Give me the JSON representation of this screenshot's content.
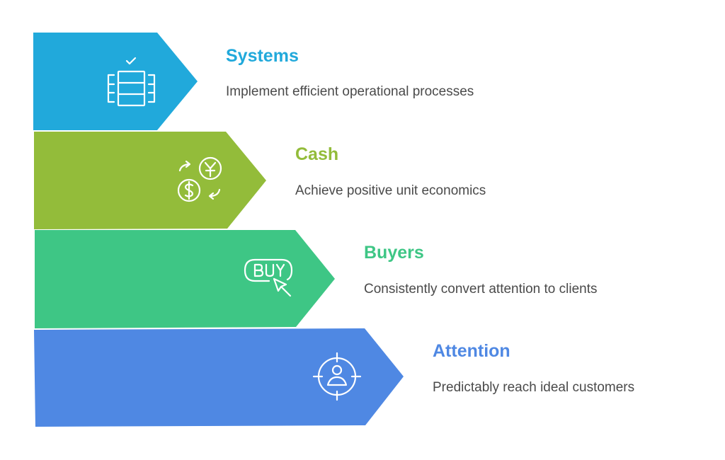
{
  "diagram": {
    "type": "staircase-arrows",
    "steps": [
      {
        "title": "Systems",
        "description": "Implement efficient operational processes",
        "icon": "server-rack-check-icon",
        "color": "#21A9DB"
      },
      {
        "title": "Cash",
        "description": "Achieve positive unit economics",
        "icon": "currency-exchange-icon",
        "color": "#93BC3A"
      },
      {
        "title": "Buyers",
        "description": "Consistently convert attention to clients",
        "icon": "buy-button-cursor-icon",
        "color": "#3EC685"
      },
      {
        "title": "Attention",
        "description": "Predictably reach ideal customers",
        "icon": "target-user-icon",
        "color": "#4F88E3"
      }
    ]
  }
}
